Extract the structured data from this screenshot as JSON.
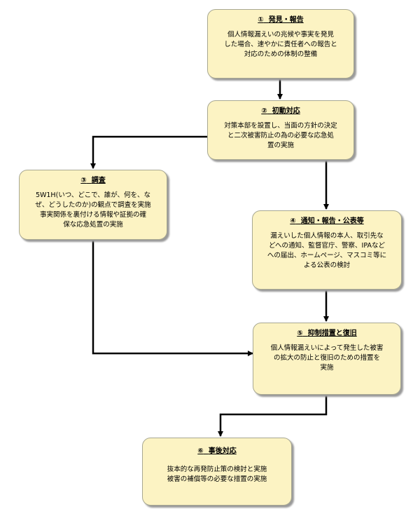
{
  "steps": [
    {
      "number": "①",
      "title": "発見・報告",
      "body": [
        "個人情報漏えいの兆候や事実を発見",
        "した場合、速やかに責任者への報告と",
        "対応のための体制の整備"
      ]
    },
    {
      "number": "②",
      "title": "初動対応",
      "body": [
        "対策本部を設置し、当面の方針の決定",
        "と二次被害防止の為の必要な応急処",
        "置の実施"
      ]
    },
    {
      "number": "③",
      "title": "調査",
      "body": [
        "5W1H(いつ、どこで、誰が、何を、な",
        "ぜ、どうしたのか)の観点で調査を実施",
        "事実関係を裏付ける情報や証拠の確",
        "保な応急処置の実施"
      ]
    },
    {
      "number": "④",
      "title": "通知・報告・公表等",
      "body": [
        "漏えいした個人情報の本人、取引先な",
        "どへの通知、監督官庁、警察、IPAなど",
        "への届出、ホームページ、マスコミ等に",
        "よる公表の検討"
      ]
    },
    {
      "number": "⑤",
      "title": "抑制措置と復旧",
      "body": [
        "個人情報漏えいによって発生した被害",
        "の拡大の防止と復旧のための措置を",
        "実施"
      ]
    },
    {
      "number": "⑥",
      "title": "事後対応",
      "body": [
        "抜本的な再発防止策の検討と実施",
        "被害の補償等の必要な措置の実施"
      ]
    }
  ]
}
